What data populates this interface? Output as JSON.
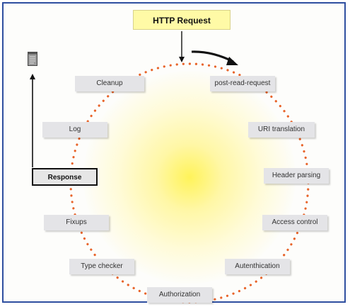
{
  "title": "HTTP Request",
  "response": "Response",
  "phases": {
    "post_read_request": "post-read-request",
    "uri_translation": "URI translation",
    "header_parsing": "Header parsing",
    "access_control": "Access control",
    "authentication": "Autenthication",
    "authorization": "Authorization",
    "type_checker": "Type checker",
    "fixups": "Fixups",
    "log": "Log",
    "cleanup": "Cleanup"
  },
  "colors": {
    "frame_border": "#2f4fa0",
    "title_bg": "#fffaa6",
    "dots": "#e8642a",
    "node_bg": "#e4e4e7",
    "glow_center": "#fff35a"
  },
  "icons": [
    "document-icon",
    "arrow-down-icon",
    "curved-arrow-icon",
    "arrow-up-icon"
  ]
}
